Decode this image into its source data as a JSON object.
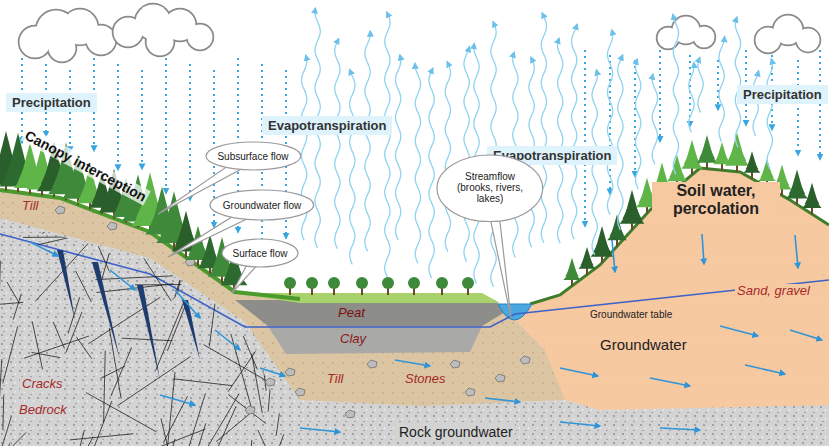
{
  "diagram": {
    "nodes": [
      {
        "text": [
          "Precipitation"
        ]
      },
      {
        "text": [
          "Evapotranspiration"
        ]
      },
      {
        "text": [
          "Evapotranspiration"
        ]
      },
      {
        "text": [
          "Precipitation"
        ]
      },
      {
        "text": [
          "Subsurface flow"
        ]
      },
      {
        "text": [
          "Groundwater flow"
        ]
      },
      {
        "text": [
          "Surface flow"
        ]
      },
      {
        "text": [
          "Streamflow (brooks, rivers, lakes)"
        ]
      }
    ],
    "labels": [
      "Canopy interception",
      "Till",
      "Cracks",
      "Bedrock",
      "Peat",
      "Clay",
      "Till",
      "Stones",
      "Rock groundwater",
      "Soil water, percolation",
      "Groundwater table",
      "Groundwater",
      "Sand, gravel"
    ]
  }
}
